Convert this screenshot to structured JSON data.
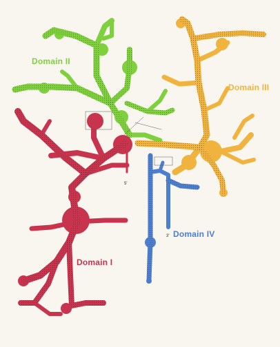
{
  "diagram": {
    "domains": [
      {
        "id": "domain-1",
        "label": "Domain I",
        "color": "#c8334d"
      },
      {
        "id": "domain-2",
        "label": "Domain II",
        "color": "#7ed13c"
      },
      {
        "id": "domain-3",
        "label": "Domain III",
        "color": "#f0b33e"
      },
      {
        "id": "domain-4",
        "label": "Domain IV",
        "color": "#4c7fd0"
      }
    ],
    "end_labels": {
      "five_prime": "5'",
      "three_prime": "3'"
    }
  }
}
